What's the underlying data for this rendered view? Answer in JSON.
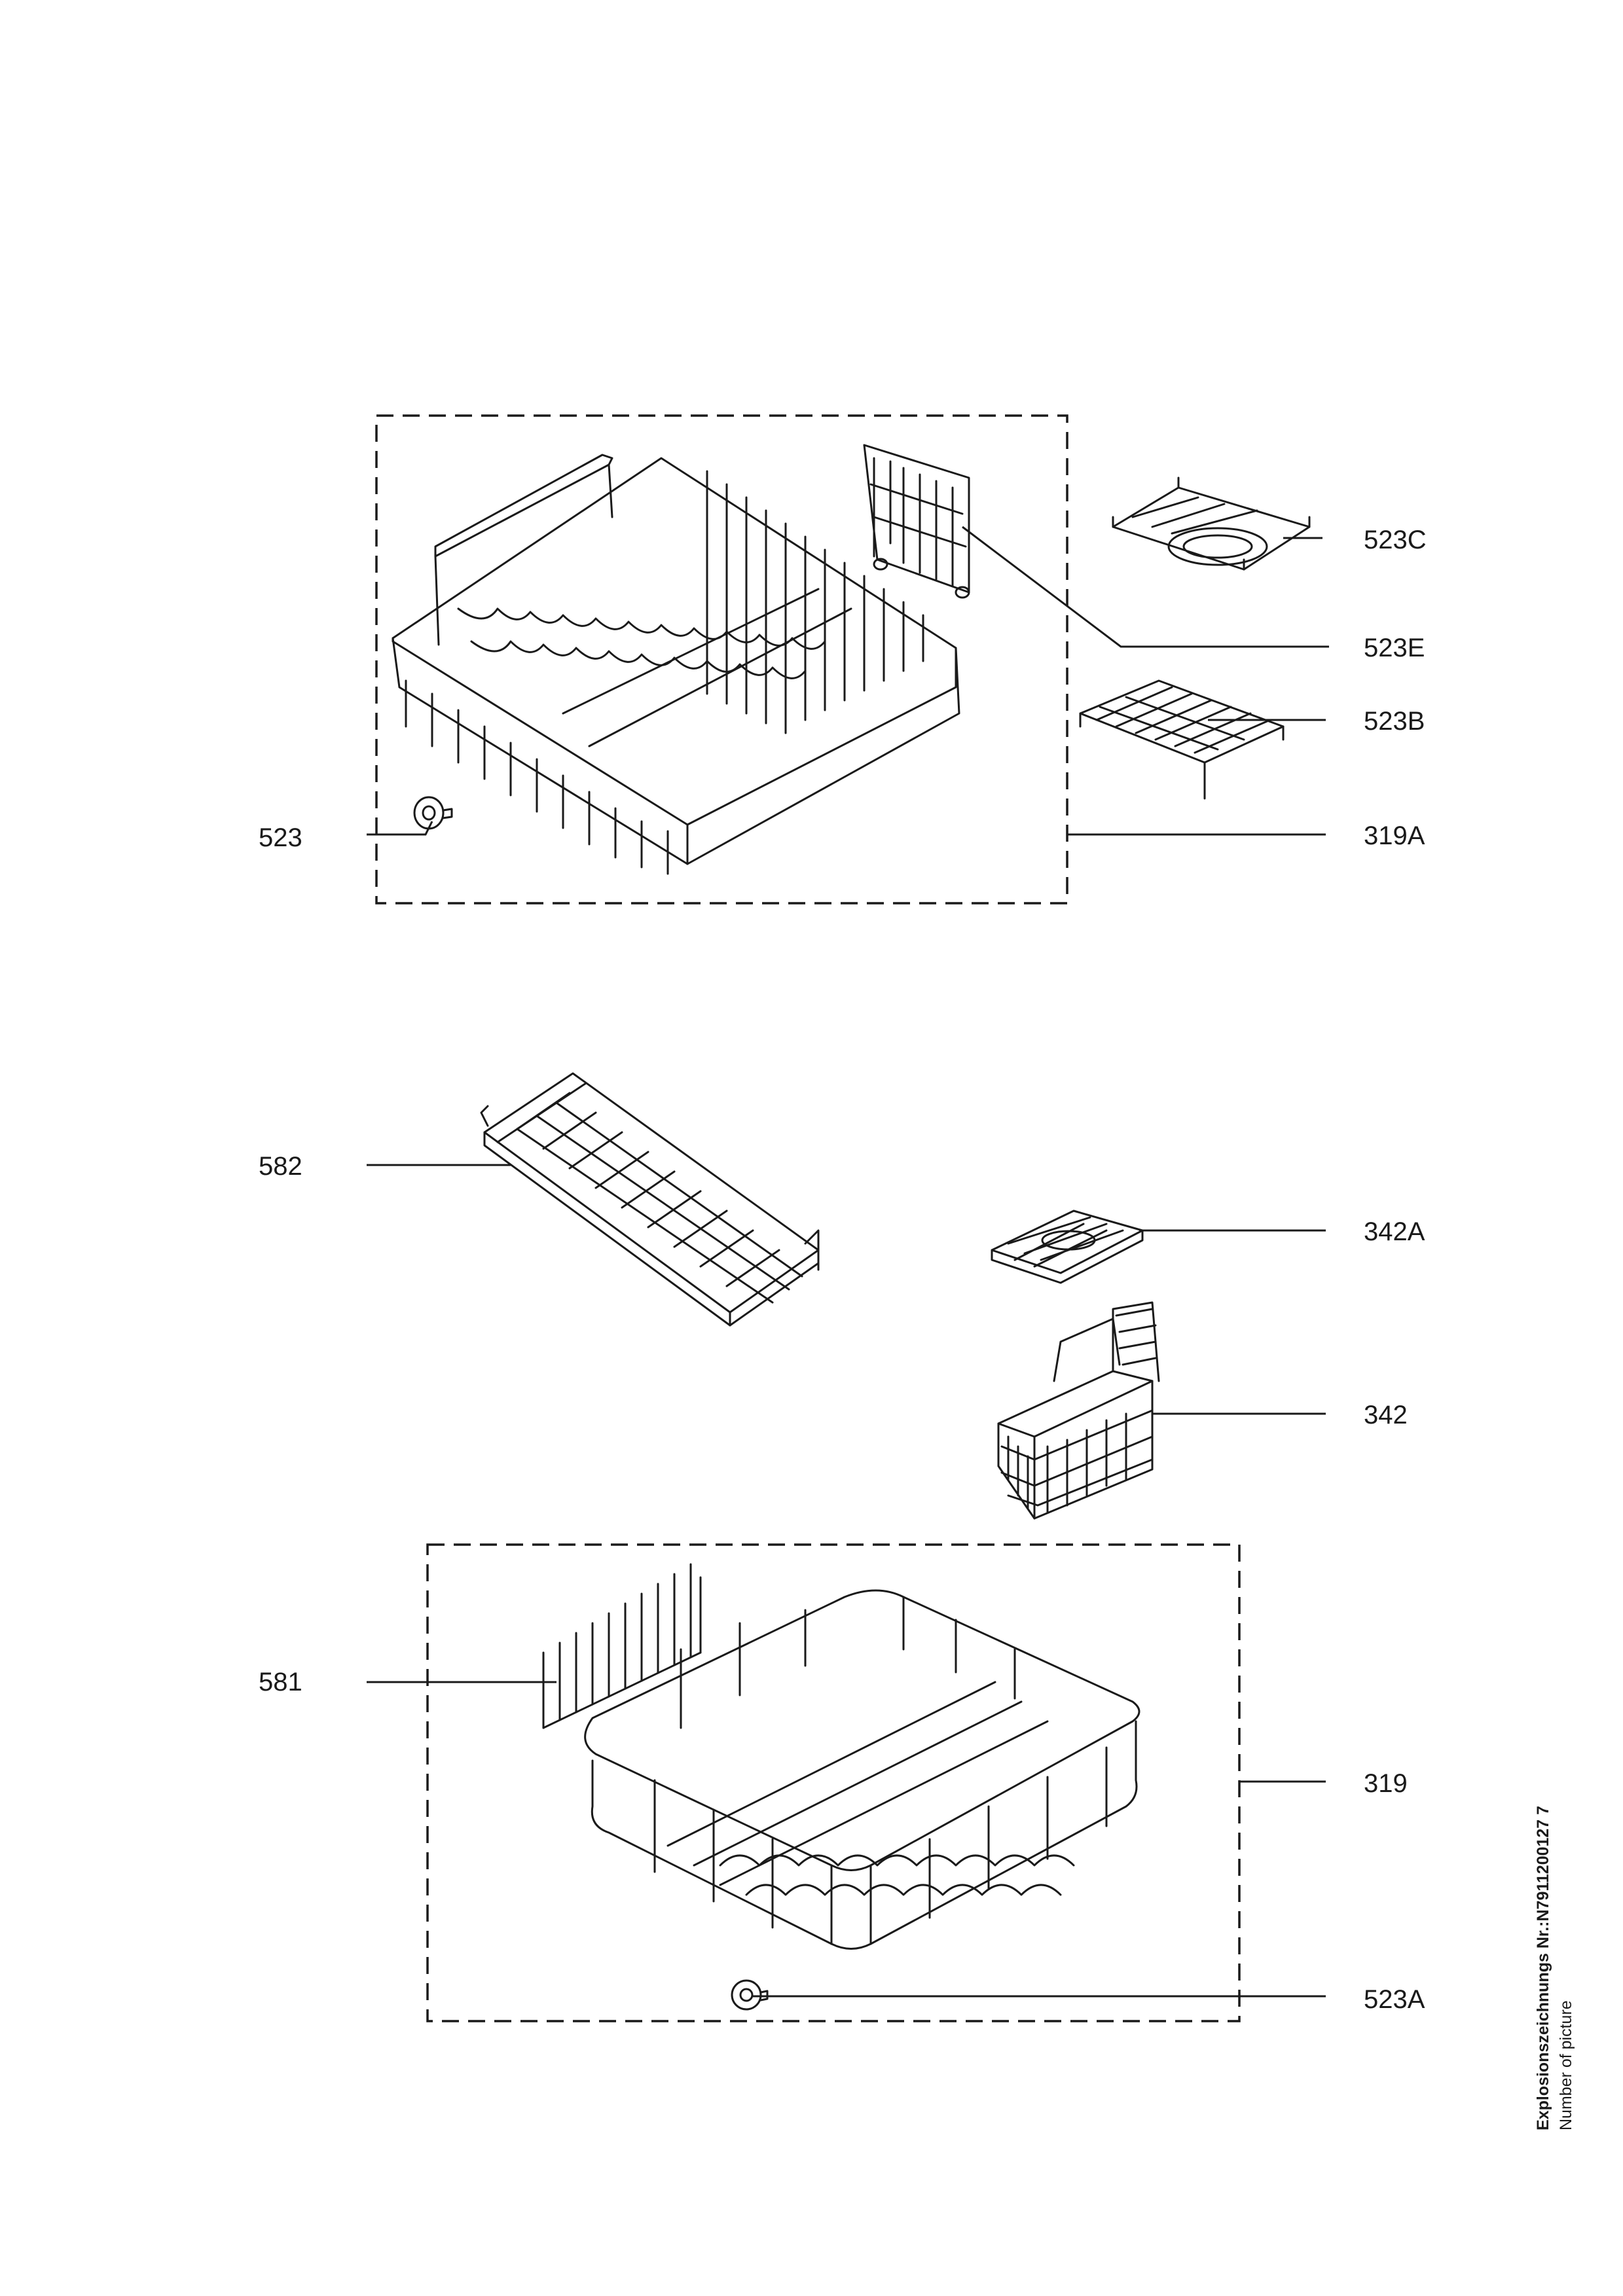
{
  "labels": {
    "l_523C": "523C",
    "l_523E": "523E",
    "l_523B": "523B",
    "l_319A": "319A",
    "l_523": "523",
    "l_582": "582",
    "l_342A": "342A",
    "l_342": "342",
    "l_581": "581",
    "l_319": "319",
    "l_523A": "523A"
  },
  "side_text": {
    "drawing_number": "Explosionszeichnungs Nr.:N7911200127 7",
    "number_of_picture": "Number of picture"
  }
}
